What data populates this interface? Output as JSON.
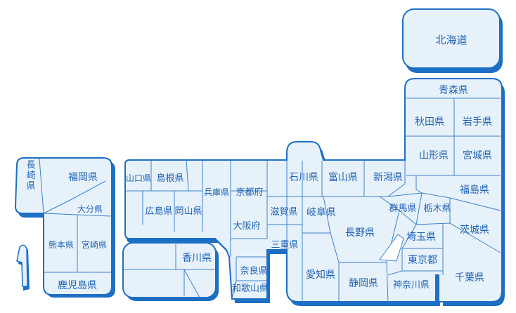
{
  "map": {
    "prefectures": {
      "hokkaido": "北海道",
      "aomori": "青森県",
      "akita": "秋田県",
      "iwate": "岩手県",
      "yamagata": "山形県",
      "miyagi": "宮城県",
      "fukushima": "福島県",
      "niigata": "新潟県",
      "toyama": "富山県",
      "ishikawa": "石川県",
      "gunma": "群馬県",
      "tochigi": "栃木県",
      "ibaraki": "茨城県",
      "saitama": "埼玉県",
      "tokyo": "東京都",
      "chiba": "千葉県",
      "kanagawa": "神奈川県",
      "nagano": "長野県",
      "gifu": "岐阜県",
      "shizuoka": "静岡県",
      "aichi": "愛知県",
      "mie": "三重県",
      "shiga": "滋賀県",
      "kyoto": "京都府",
      "osaka": "大阪府",
      "nara": "奈良県",
      "wakayama": "和歌山県",
      "hyogo": "兵庫県",
      "okayama": "岡山県",
      "hiroshima": "広島県",
      "shimane": "島根県",
      "yamaguchi": "山口県",
      "kagawa": "香川県",
      "fukuoka": "福岡県",
      "nagasaki": "長崎県",
      "oita": "大分県",
      "kumamoto": "熊本県",
      "miyazaki": "宮崎県",
      "kagoshima": "鹿児島県"
    },
    "colors": {
      "fill": "#e7f1fa",
      "outline": "#1d6fc4",
      "label": "#1f63b4"
    }
  }
}
